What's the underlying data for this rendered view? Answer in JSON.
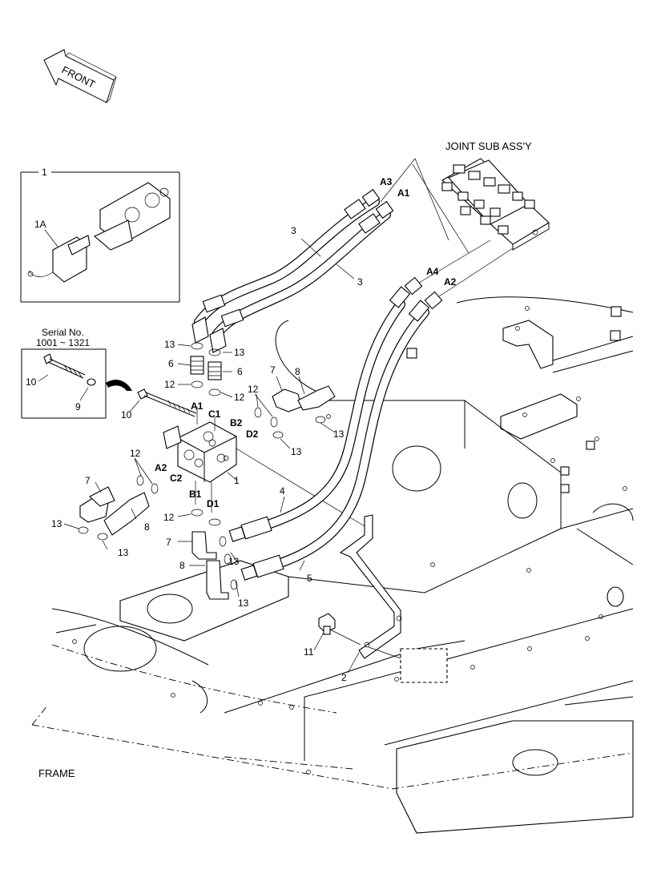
{
  "diagram": {
    "front_label": "FRONT",
    "joint_sub_assy": "JOINT SUB ASS'Y",
    "frame_label": "FRAME",
    "serial": {
      "title": "Serial No.",
      "range": "1001 ~ 1321"
    },
    "ports": {
      "a1": "A1",
      "a2": "A2",
      "a3": "A3",
      "a4": "A4",
      "b1": "B1",
      "b2": "B2",
      "c1": "C1",
      "c2": "C2",
      "d1": "D1",
      "d2": "D2"
    },
    "parts": {
      "p1": "1",
      "p1a": "1A",
      "p2": "2",
      "p3": "3",
      "p4": "4",
      "p5": "5",
      "p6": "6",
      "p7": "7",
      "p8": "8",
      "p9": "9",
      "p10": "10",
      "p11": "11",
      "p12": "12",
      "p13": "13"
    }
  }
}
